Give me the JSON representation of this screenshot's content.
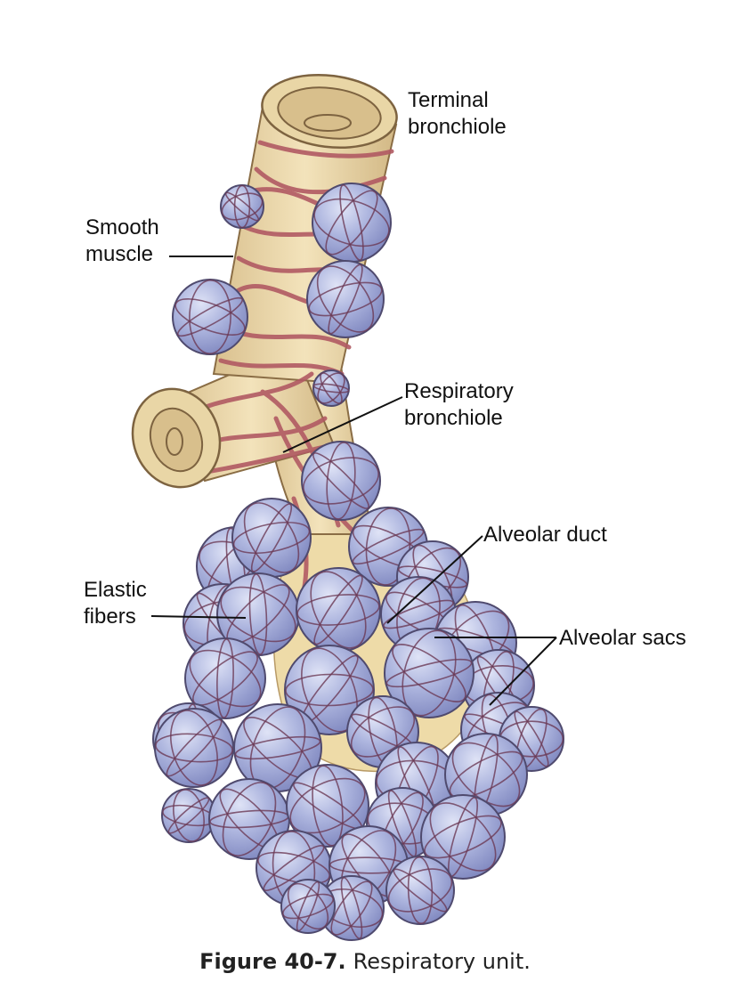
{
  "labels": {
    "terminal_line1": "Terminal",
    "terminal_line2": "bronchiole",
    "smooth_line1": "Smooth",
    "smooth_line2": "muscle",
    "resp_line1": "Respiratory",
    "resp_line2": "bronchiole",
    "duct": "Alveolar duct",
    "elastic_line1": "Elastic",
    "elastic_line2": "fibers",
    "sacs": "Alveolar sacs"
  },
  "caption": {
    "number": "Figure 40-7.",
    "text": "Respiratory unit."
  },
  "colors": {
    "alveolus": "#a9b1dc",
    "alveolus_outline": "#4f4a6e",
    "tube": "#efdcae",
    "muscle": "#b8636a",
    "leader": "#111111"
  }
}
